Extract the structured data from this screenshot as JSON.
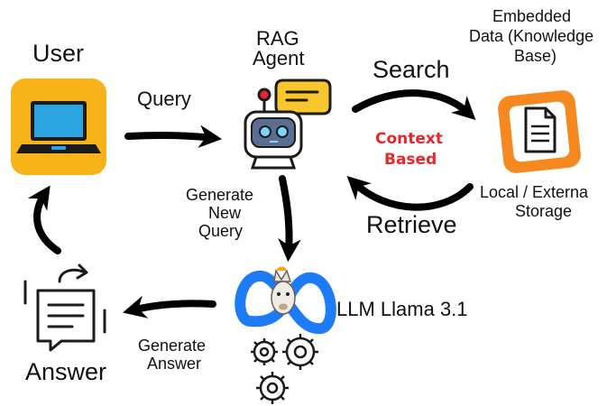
{
  "nodes": {
    "user": {
      "label": "User"
    },
    "rag_agent": {
      "label_line1": "RAG",
      "label_line2": "Agent"
    },
    "knowledge_base": {
      "label_line1": "Embedded",
      "label_line2": "Data (Knowledge",
      "label_line3": "Base)",
      "storage_line1": "Local / Externa",
      "storage_line2": "Storage"
    },
    "llm": {
      "label": "LLM Llama 3.1"
    },
    "answer": {
      "label": "Answer"
    }
  },
  "edges": {
    "query": "Query",
    "search": "Search",
    "retrieve": "Retrieve",
    "context_line1": "Context",
    "context_line2": "Based",
    "generate_query_line1": "Generate",
    "generate_query_line2": "New",
    "generate_query_line3": "Query",
    "generate_answer_line1": "Generate",
    "generate_answer_line2": "Answer"
  },
  "colors": {
    "laptop_bg": "#f8b318",
    "doc_frame": "#f5891f",
    "robot_face": "#5a6d93",
    "speech_bubble": "#f6c62c",
    "accent_red": "#e8262b",
    "meta_blue": "#1d7bf5"
  },
  "icons": [
    "laptop-icon",
    "robot-icon",
    "document-icon",
    "meta-llama-icon",
    "gears-icon",
    "answer-chat-icon"
  ]
}
